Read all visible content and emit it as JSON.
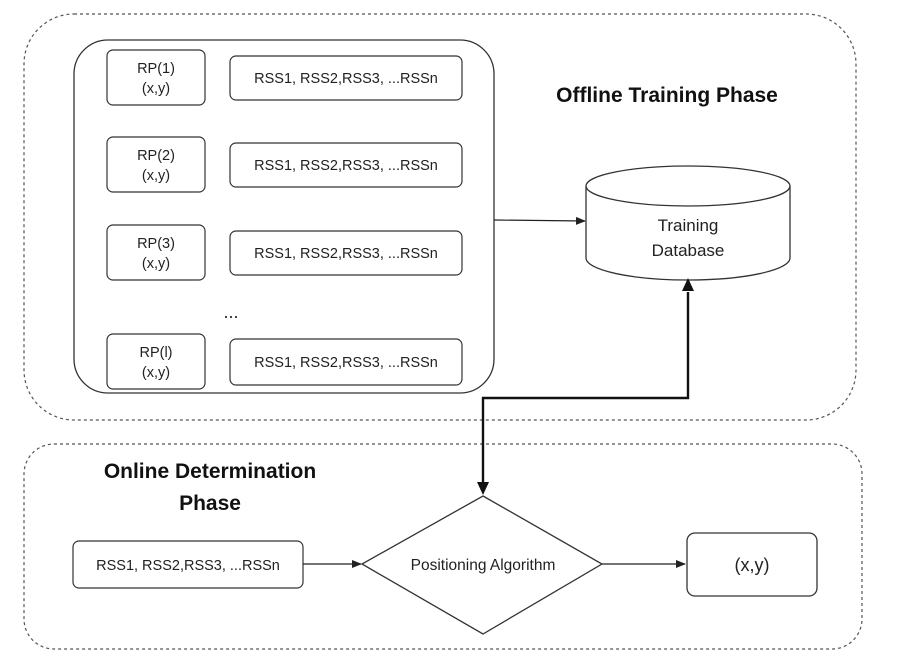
{
  "offline": {
    "title": "Offline Training Phase",
    "rows": [
      {
        "rp_name": "RP(1)",
        "rp_coord": "(x,y)",
        "rss": "RSS1, RSS2,RSS3, ...RSSn"
      },
      {
        "rp_name": "RP(2)",
        "rp_coord": "(x,y)",
        "rss": "RSS1, RSS2,RSS3, ...RSSn"
      },
      {
        "rp_name": "RP(3)",
        "rp_coord": "(x,y)",
        "rss": "RSS1, RSS2,RSS3, ...RSSn"
      },
      {
        "rp_name": "RP(l)",
        "rp_coord": "(x,y)",
        "rss": "RSS1, RSS2,RSS3, ...RSSn"
      }
    ],
    "ellipsis": "...",
    "database": {
      "line1": "Training",
      "line2": "Database"
    }
  },
  "online": {
    "title_line1": "Online Determination",
    "title_line2": "Phase",
    "input": "RSS1, RSS2,RSS3, ...RSSn",
    "algorithm": "Positioning Algorithm",
    "output": "(x,y)"
  },
  "colors": {
    "stroke": "#333333",
    "dashed": "#555555"
  }
}
